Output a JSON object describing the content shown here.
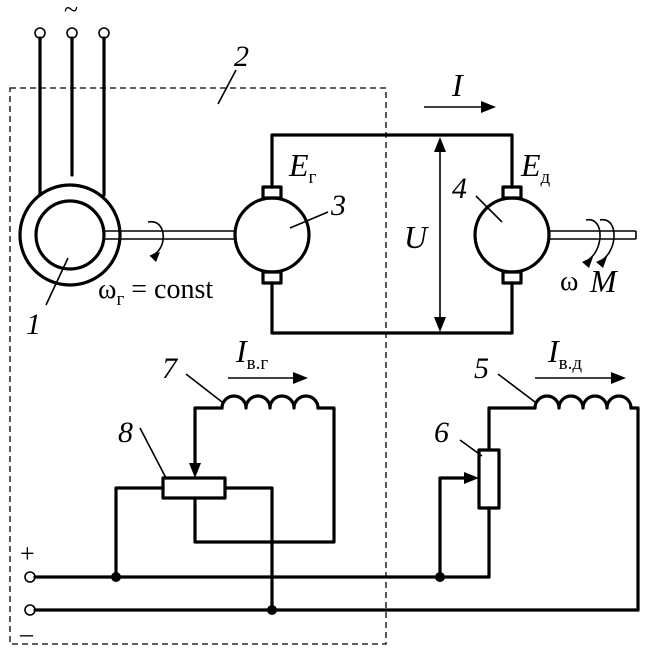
{
  "labels": {
    "ac_symbol": "~",
    "n1": "1",
    "n2": "2",
    "n3": "3",
    "n4": "4",
    "n5": "5",
    "n6": "6",
    "n7": "7",
    "n8": "8",
    "current_I": "I",
    "voltage_U": "U",
    "emf_gen": "E",
    "emf_gen_sub": "г",
    "emf_motor": "E",
    "emf_motor_sub": "д",
    "omega_gen": "ω",
    "omega_gen_sub": "г",
    "omega_gen_rest": " = const",
    "omega": "ω",
    "torque_M": "M",
    "field_gen_I": "I",
    "field_gen_sub": "в.г",
    "field_motor_I": "I",
    "field_motor_sub": "в.д",
    "plus": "+",
    "minus": "–"
  }
}
